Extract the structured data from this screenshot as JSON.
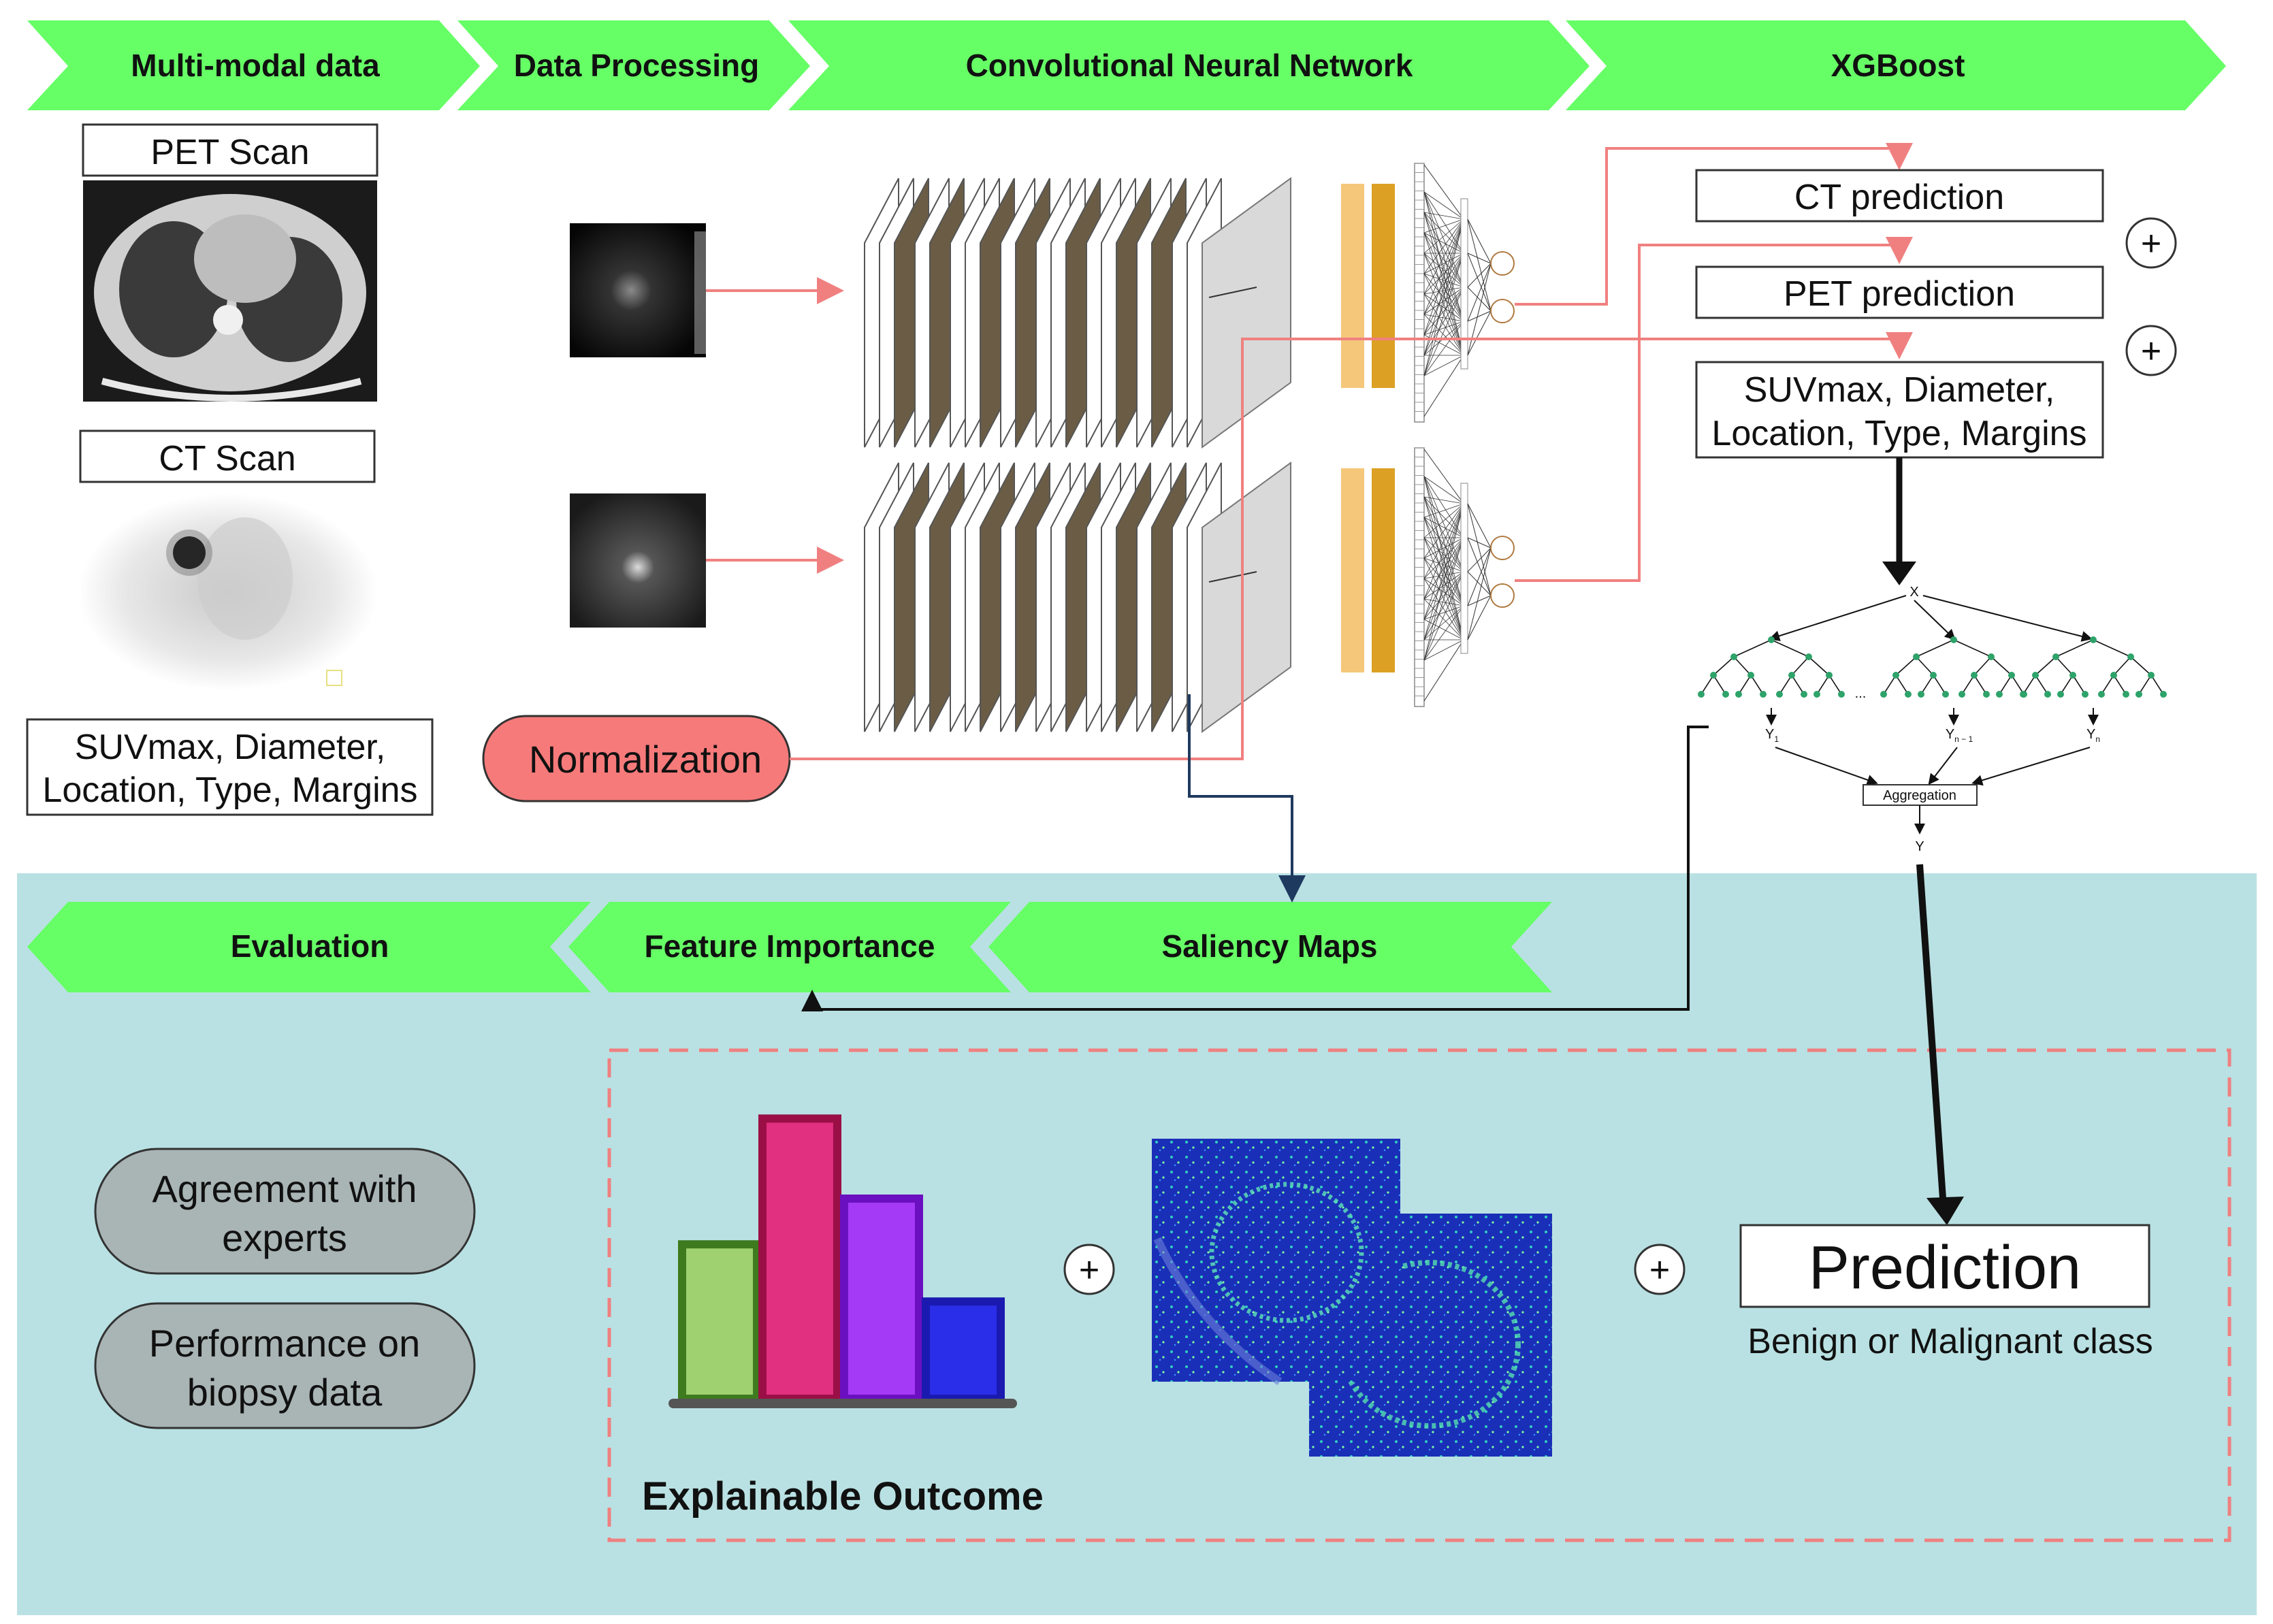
{
  "stages": {
    "multimodal": "Multi-modal data",
    "processing": "Data Processing",
    "cnn": "Convolutional Neural Network",
    "xgboost": "XGBoost"
  },
  "inputs": {
    "pet_scan": "PET Scan",
    "ct_scan": "CT Scan",
    "clinical_line1": "SUVmax, Diameter,",
    "clinical_line2": "Location, Type, Margins"
  },
  "processing": {
    "normalization": "Normalization"
  },
  "xgb": {
    "ct_prediction": "CT prediction",
    "pet_prediction": "PET prediction",
    "features_line1": "SUVmax, Diameter,",
    "features_line2": "Location, Type, Margins",
    "plus": "+",
    "root": "X",
    "ellipsis": "...",
    "y1": "Y",
    "y1_sub": "1",
    "yn1": "Y",
    "yn1_sub": "n − 1",
    "yn": "Y",
    "yn_sub": "n",
    "aggregation": "Aggregation",
    "y": "Y"
  },
  "explain": {
    "evaluation": "Evaluation",
    "feature_importance": "Feature Importance",
    "saliency_maps": "Saliency Maps",
    "agreement_line1": "Agreement with",
    "agreement_line2": "experts",
    "performance_line1": "Performance on",
    "performance_line2": "biopsy data",
    "explainable_outcome": "Explainable Outcome",
    "prediction": "Prediction",
    "prediction_sub": "Benign or Malignant class"
  },
  "colors": {
    "stage_arrow": "#66ff66",
    "flow_red": "#f08080",
    "flow_navy": "#1f3a5f",
    "panel_bg": "#b9e1e3",
    "pill_gray": "#a9b4b4",
    "pill_red": "#f77a7a"
  },
  "feature_bars": {
    "values": [
      0.54,
      0.98,
      0.7,
      0.34
    ]
  }
}
